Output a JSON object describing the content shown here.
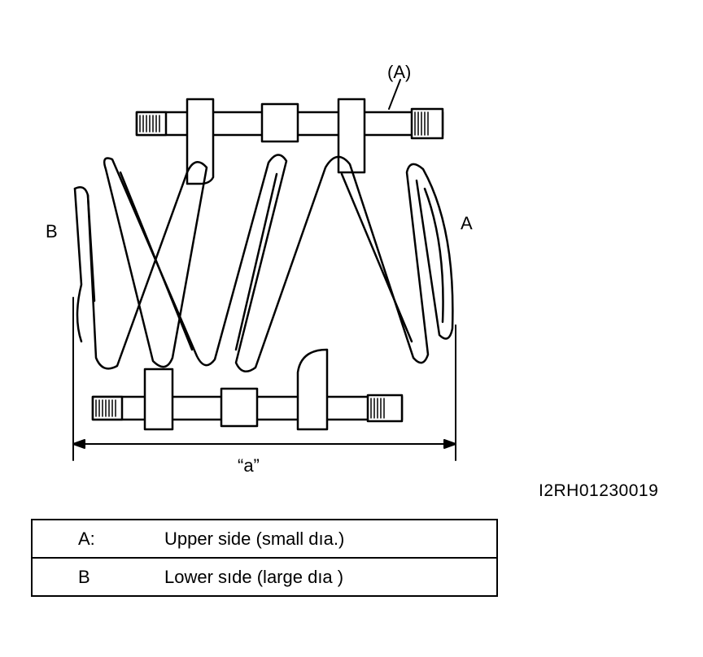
{
  "figure": {
    "callout_A_paren": "(A)",
    "side_label_B": "B",
    "side_label_A": "A",
    "dimension_label": "“a”",
    "figure_code": "I2RH01230019"
  },
  "legend": [
    {
      "key": "A:",
      "text": "Upper side (small dıa.)"
    },
    {
      "key": "B",
      "text": "Lower sıde (large dıa )"
    }
  ]
}
